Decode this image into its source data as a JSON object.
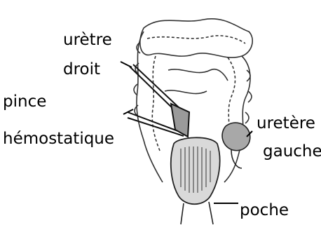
{
  "labels": {
    "right_urethra_line1": "urètre",
    "right_urethra_line2": "droit",
    "forceps_line1": "pince",
    "forceps_line2": "hémostatique",
    "left_ureter_line1": "uretère",
    "left_ureter_line2": "gauche",
    "pouch": "poche"
  },
  "colors": {
    "ink": "#000000",
    "shading": "#bfbfbf",
    "background": "#ffffff"
  }
}
